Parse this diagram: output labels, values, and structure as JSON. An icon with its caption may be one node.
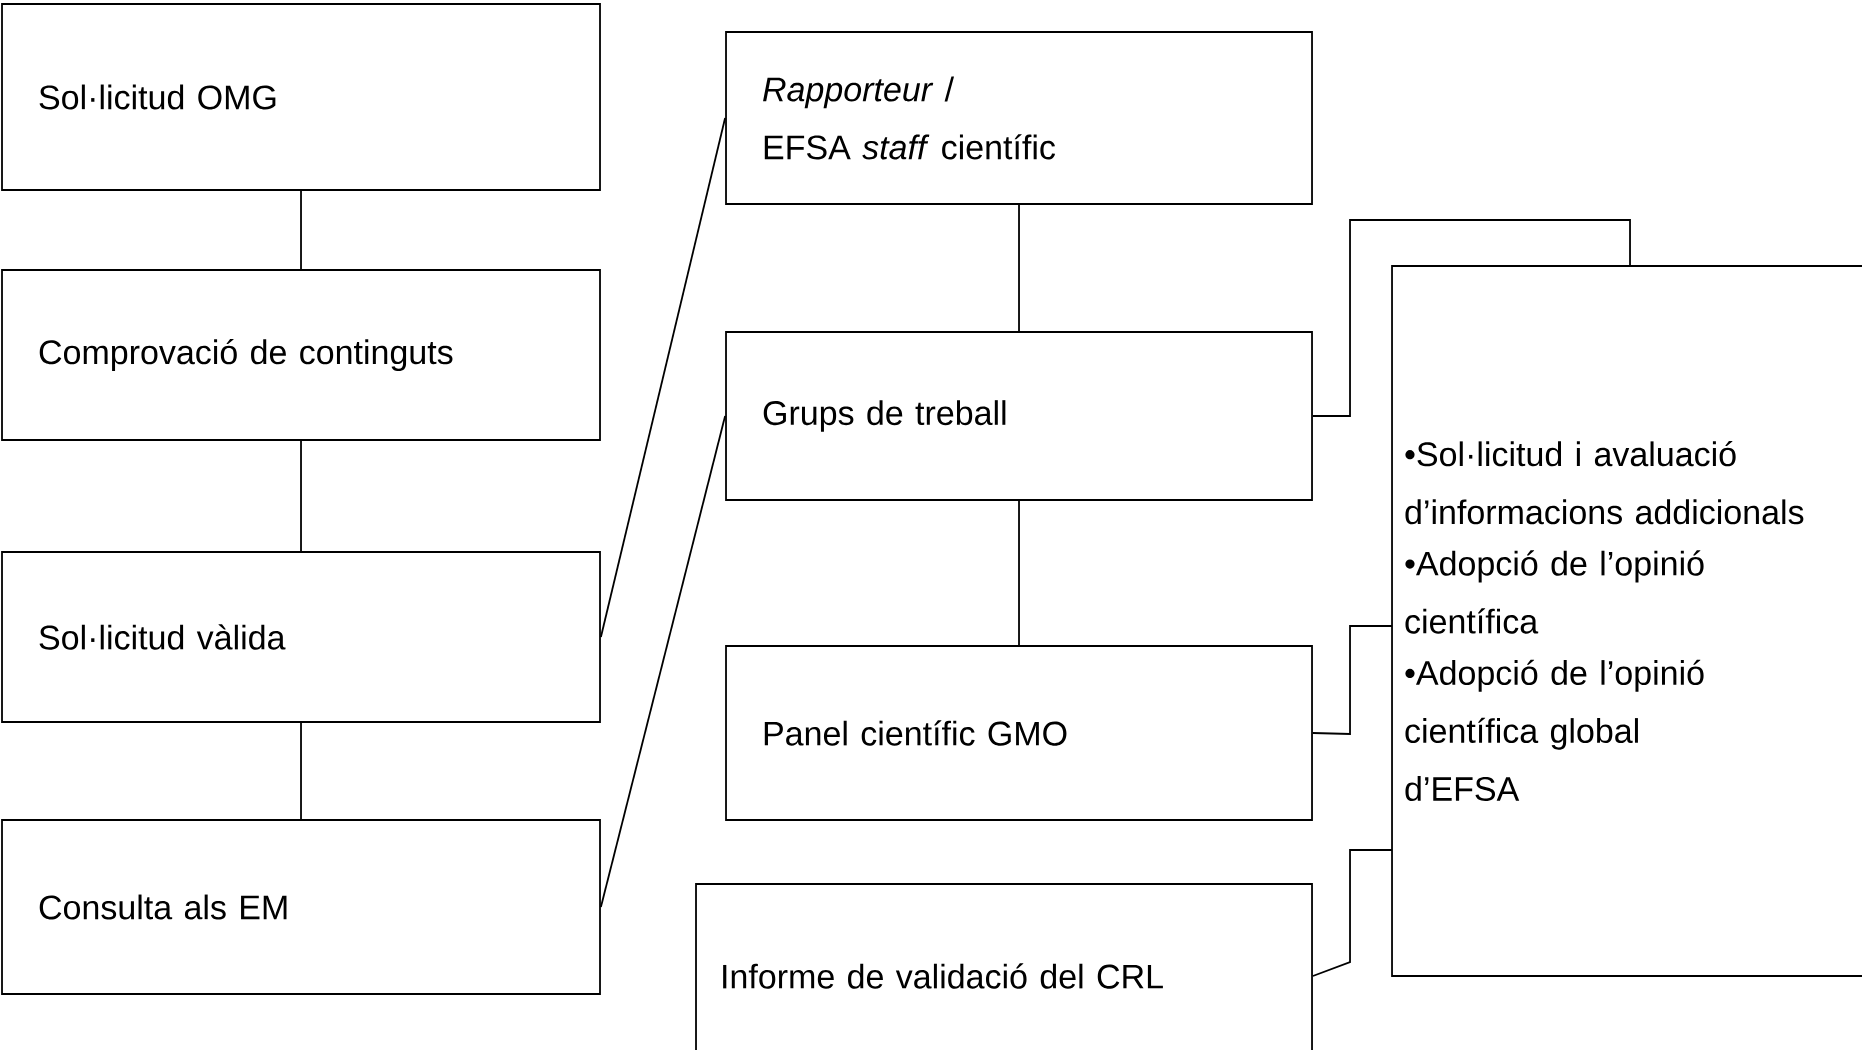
{
  "diagram": {
    "nodes": [
      {
        "text": [
          "Sol·licitud OMG"
        ]
      },
      {
        "text": [
          "Comprovació de continguts"
        ]
      },
      {
        "text": [
          "Sol·licitud vàlida"
        ]
      },
      {
        "text": [
          "Consulta als EM"
        ]
      },
      {
        "text": [
          "*Rapporteur* /",
          "EFSA *staff* científic"
        ]
      },
      {
        "text": [
          "Grups de treball"
        ]
      },
      {
        "text": [
          "Panel científic GMO"
        ]
      },
      {
        "text": [
          "Informe de validació del CRL"
        ]
      },
      {
        "text": [
          "•Sol·licitud i avaluació d’informacions addicionals",
          "•Adopció de l’opinió científica",
          "•Adopció de l’opinió científica global d’EFSA"
        ]
      }
    ],
    "edges": [
      {
        "from": 0,
        "to": 1,
        "arrow": "none"
      },
      {
        "from": 1,
        "to": 2,
        "arrow": "none"
      },
      {
        "from": 2,
        "to": 3,
        "arrow": "none"
      },
      {
        "from": 2,
        "to": 4,
        "arrow": "none"
      },
      {
        "from": 3,
        "to": 5,
        "arrow": "none"
      },
      {
        "from": 4,
        "to": 5,
        "arrow": "none"
      },
      {
        "from": 5,
        "to": 6,
        "arrow": "none"
      },
      {
        "from": 5,
        "to": 8,
        "arrow": "none"
      },
      {
        "from": 6,
        "to": 8,
        "arrow": "none"
      },
      {
        "from": 7,
        "to": 8,
        "arrow": "none"
      }
    ]
  }
}
